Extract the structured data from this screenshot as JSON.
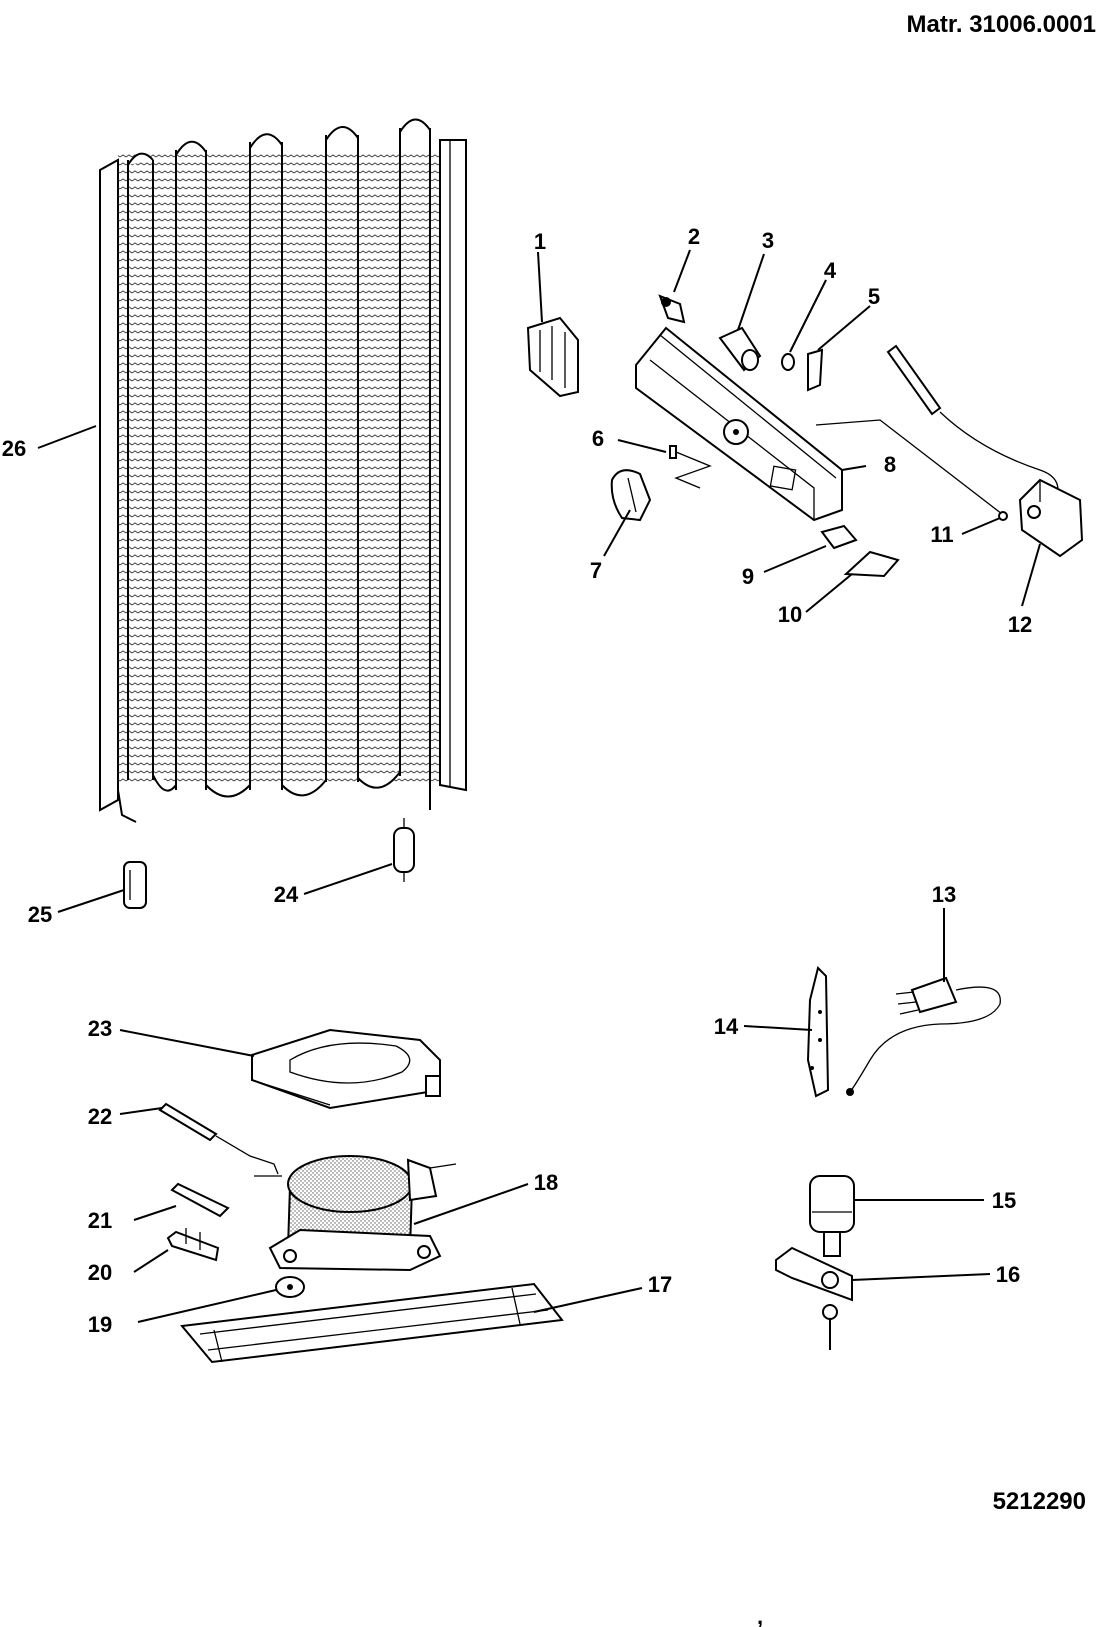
{
  "header": {
    "matr_code": "Matr. 31006.0001"
  },
  "footer": {
    "drawing_number": "5212290",
    "stray_mark": ","
  },
  "callouts": {
    "c1": "1",
    "c2": "2",
    "c3": "3",
    "c4": "4",
    "c5": "5",
    "c6": "6",
    "c7": "7",
    "c8": "8",
    "c9": "9",
    "c10": "10",
    "c11": "11",
    "c12": "12",
    "c13": "13",
    "c14": "14",
    "c15": "15",
    "c16": "16",
    "c17": "17",
    "c18": "18",
    "c19": "19",
    "c20": "20",
    "c21": "21",
    "c22": "22",
    "c23": "23",
    "c24": "24",
    "c25": "25",
    "c26": "26"
  }
}
